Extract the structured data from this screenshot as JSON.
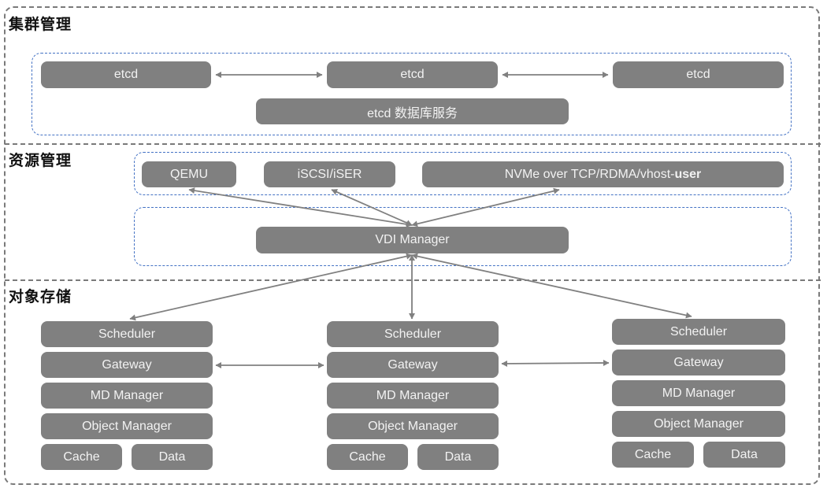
{
  "colors": {
    "node_fill": "#808080",
    "node_text": "#f2f2f2",
    "section_border": "#7a7a7a",
    "inner_border_blue": "#4472c4",
    "arrow": "#808080",
    "title_text": "#111111"
  },
  "cluster": {
    "title": "集群管理",
    "etcd_nodes": [
      "etcd",
      "etcd",
      "etcd"
    ],
    "db_service_label": "etcd 数据库服务"
  },
  "resource": {
    "title": "资源管理",
    "qemu_label": "QEMU",
    "iscsi_label": "iSCSI/iSER",
    "nvme_label_prefix": "NVMe over TCP/RDMA/vhost-",
    "nvme_label_bold": "user",
    "vdi_label": "VDI Manager"
  },
  "storage": {
    "title": "对象存储",
    "stacks": [
      {
        "scheduler": "Scheduler",
        "gateway": "Gateway",
        "md": "MD Manager",
        "object": "Object Manager",
        "cache": "Cache",
        "data": "Data"
      },
      {
        "scheduler": "Scheduler",
        "gateway": "Gateway",
        "md": "MD Manager",
        "object": "Object Manager",
        "cache": "Cache",
        "data": "Data"
      },
      {
        "scheduler": "Scheduler",
        "gateway": "Gateway",
        "md": "MD Manager",
        "object": "Object Manager",
        "cache": "Cache",
        "data": "Data"
      }
    ]
  }
}
